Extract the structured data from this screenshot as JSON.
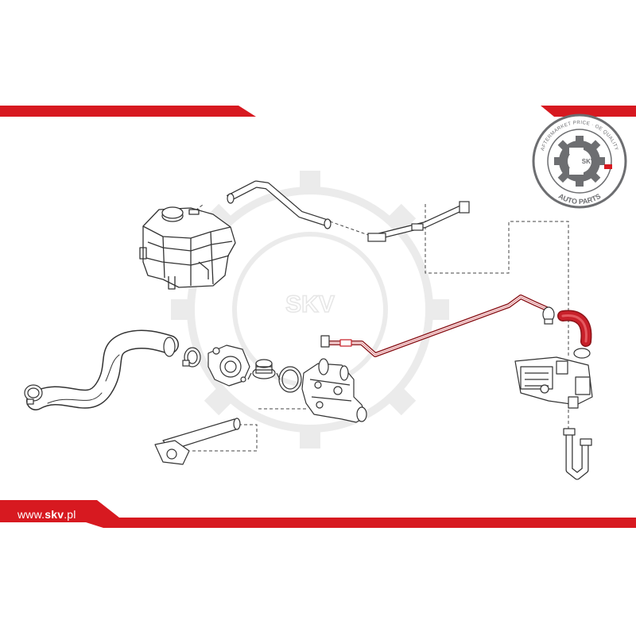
{
  "brand": {
    "logo_text": "SKV",
    "logo_ring_text_top": "AFTERMARKET PRICE · OE QUALITY",
    "logo_ring_text_bottom": "AUTO PARTS",
    "watermark_text": "SKV",
    "website_prefix": "www.",
    "website_bold": "skv",
    "website_suffix": ".pl"
  },
  "colors": {
    "brand_red": "#d71920",
    "highlight_part": "#c8202a",
    "line_art": "#333333",
    "watermark": "#e9e9e9",
    "logo_gray": "#6d6e71"
  },
  "diagram": {
    "highlighted_part": "coolant-hose",
    "parts": [
      "expansion-tank",
      "overflow-pipe",
      "pipe-bracket",
      "lower-radiator-hose",
      "hose-clamp",
      "thermostat-cover",
      "thermostat",
      "seal-ring",
      "thermostat-housing",
      "water-pipe",
      "coolant-hose",
      "hose-clip",
      "heater-valve",
      "small-hose"
    ]
  }
}
